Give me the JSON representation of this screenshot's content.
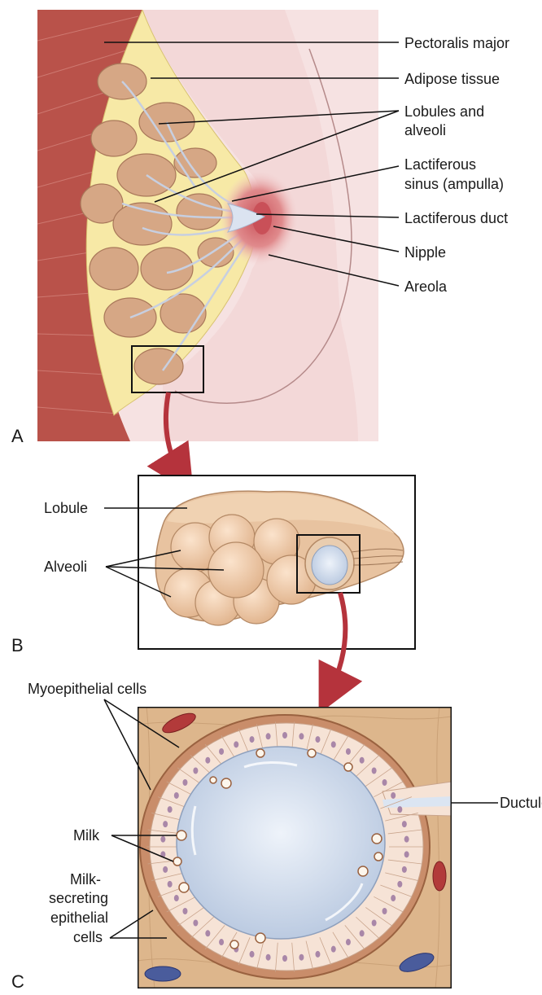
{
  "panels": {
    "a": "A",
    "b": "B",
    "c": "C"
  },
  "labels": {
    "pectoralis_major": "Pectoralis major",
    "adipose_tissue": "Adipose tissue",
    "lobules_line1": "Lobules and",
    "lobules_line2": "alveoli",
    "sinus_line1": "Lactiferous",
    "sinus_line2": "sinus (ampulla)",
    "lactiferous_duct": "Lactiferous duct",
    "nipple": "Nipple",
    "areola": "Areola",
    "lobule": "Lobule",
    "alveoli": "Alveoli",
    "myoepithelial": "Myoepithelial cells",
    "ductule": "Ductule",
    "milk": "Milk",
    "secreting_line1": "Milk-",
    "secreting_line2": "secreting",
    "secreting_line3": "epithelial",
    "secreting_line4": "cells"
  },
  "colors": {
    "muscle": "#b9524a",
    "skin": "#f5dede",
    "fat": "#f7e9a6",
    "lobule": "#d6a785",
    "areola": "#d9767a",
    "arrow": "#b5333c",
    "lumen": "#c9d6e8",
    "connective": "#ddb68c"
  }
}
